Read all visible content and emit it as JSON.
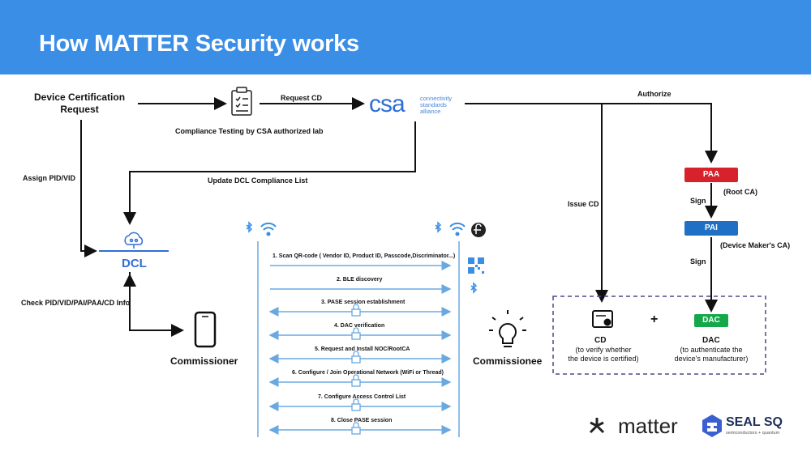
{
  "title": "How MATTER Security works",
  "nodes": {
    "device_cert_request": "Device Certification\nRequest",
    "compliance_testing": "Compliance Testing by CSA authorized lab",
    "csa_logo": "csa",
    "csa_tagline": "connectivity\nstandards\nalliance",
    "dcl": "DCL",
    "commissioner": "Commissioner",
    "commissionee": "Commissionee",
    "paa": "PAA",
    "paa_note": "(Root CA)",
    "pai": "PAI",
    "pai_note": "(Device Maker's CA)",
    "dac": "DAC",
    "dac_label": "DAC",
    "dac_desc": "(to authenticate the\ndevice's manufacturer)",
    "cd_label": "CD",
    "cd_desc": "(to verify whether\nthe device is certified)",
    "plus": "+"
  },
  "edges": {
    "request_cd": "Request CD",
    "authorize": "Authorize",
    "assign_pid_vid": "Assign PID/VID",
    "update_dcl": "Update DCL Compliance List",
    "issue_cd": "Issue CD",
    "sign1": "Sign",
    "sign2": "Sign",
    "check_info": "Check PID/VID/PAI/PAA/CD Info"
  },
  "steps": [
    "1. Scan QR-code ( Vendor ID, Product ID, Passcode,Discriminator...)",
    "2. BLE discovery",
    "3. PASE session establishment",
    "4. DAC verification",
    "5. Request and Install NOC/RootCA",
    "6. Configure / Join Operational Network (WiFi or Thread)",
    "7. Configure Access Control List",
    "8. Close PASE session"
  ],
  "logos": {
    "matter": "matter",
    "sealsq": "SEAL SQ",
    "sealsq_sub": "semiconductors + quantum"
  },
  "colors": {
    "header": "#3a8ee6",
    "paa": "#d8222b",
    "pai": "#1f6fc4",
    "dac": "#14a84a",
    "seq_line": "#6aa8e0",
    "box_border": "#4a4a8a"
  }
}
